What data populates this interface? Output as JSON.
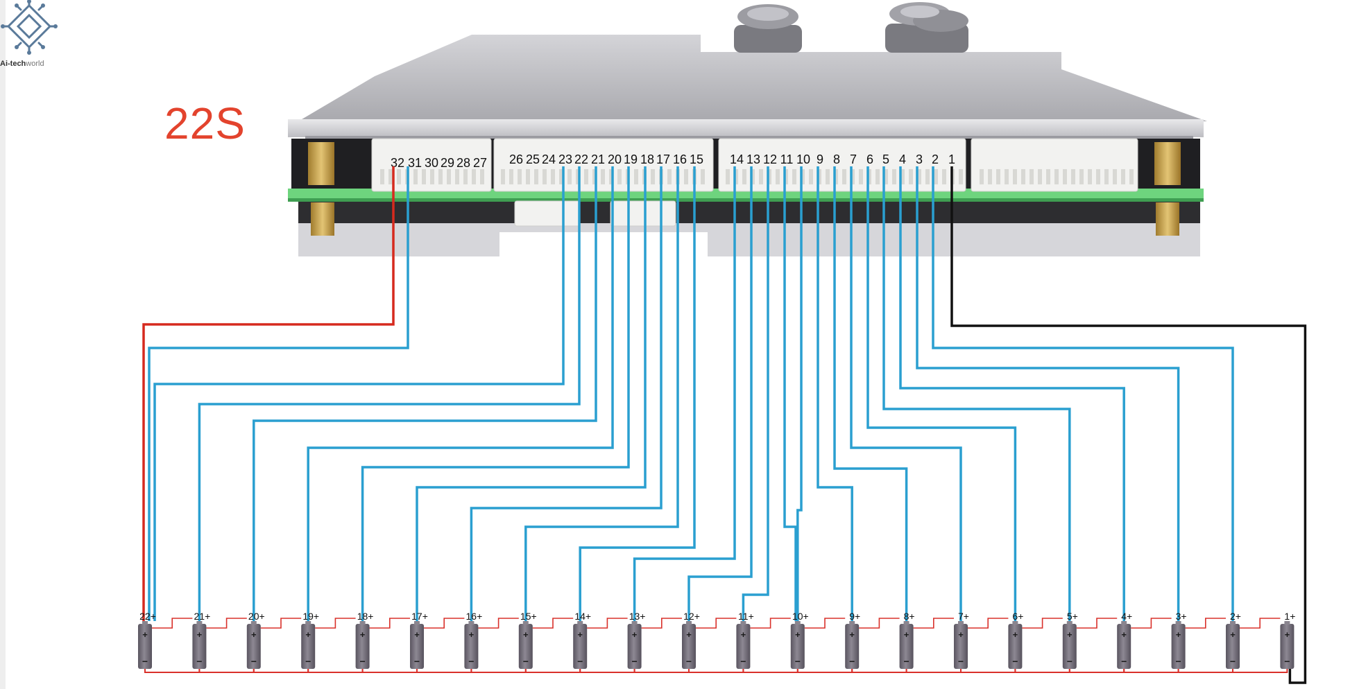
{
  "brand": {
    "name_bold": "Ai-tech",
    "name_light": "world"
  },
  "config_label": "22S",
  "colors": {
    "positive_wire": "#d62a1e",
    "sense_wire": "#2a9fd0",
    "negative_wire": "#111111",
    "series_link": "#d9302a",
    "cell_body": "#6d6874",
    "pcb_green": "#6ed47e",
    "connector": "#f0f0ee",
    "heatsink": "#c8c8cc"
  },
  "connector_pins": {
    "group_a": [
      "32",
      "31",
      "30",
      "29",
      "28",
      "27"
    ],
    "group_b": [
      "26",
      "25",
      "24",
      "23",
      "22",
      "21",
      "20",
      "19",
      "18",
      "17",
      "16",
      "15"
    ],
    "group_c": [
      "14",
      "13",
      "12",
      "11",
      "10",
      "9",
      "8",
      "7",
      "6",
      "5",
      "4",
      "3",
      "2",
      "1"
    ]
  },
  "cells": [
    "22+",
    "21+",
    "20+",
    "19+",
    "18+",
    "17+",
    "16+",
    "15+",
    "14+",
    "13+",
    "12+",
    "11+",
    "10+",
    "9+",
    "8+",
    "7+",
    "6+",
    "5+",
    "4+",
    "3+",
    "2+",
    "1+"
  ],
  "cell_terminal_positive": "+",
  "cell_terminal_negative": "−"
}
